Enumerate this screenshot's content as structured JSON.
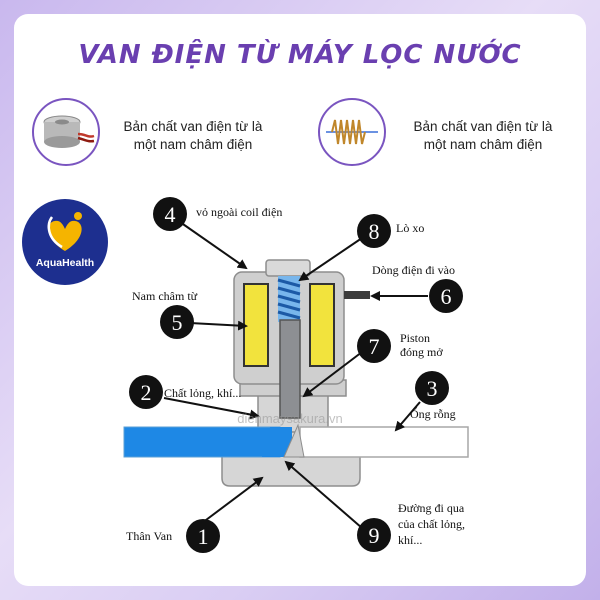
{
  "header": {
    "title": "VAN ĐIỆN TỪ MÁY LỌC NƯỚC"
  },
  "intro": [
    {
      "icon": "electromagnet-icon",
      "caption_line1": "Bản chất van điện từ là",
      "caption_line2": "một nam châm điện"
    },
    {
      "icon": "coil-spring-icon",
      "caption_line1": "Bản chất van điện từ là",
      "caption_line2": "một nam châm điện"
    }
  ],
  "brand": {
    "logo_text": "AquaHealth",
    "watermark": "dienmaysakura.vn"
  },
  "labels": [
    {
      "num": "1",
      "line1": "Thân Van",
      "line2": "",
      "line3": ""
    },
    {
      "num": "2",
      "line1": "Chất lỏng, khí...",
      "line2": "",
      "line3": ""
    },
    {
      "num": "3",
      "line1": "Ống rỗng",
      "line2": "",
      "line3": ""
    },
    {
      "num": "4",
      "line1": "vỏ ngoài coil điện",
      "line2": "",
      "line3": ""
    },
    {
      "num": "5",
      "line1": "Nam châm từ",
      "line2": "",
      "line3": ""
    },
    {
      "num": "6",
      "line1": "Dòng điện đi vào",
      "line2": "",
      "line3": ""
    },
    {
      "num": "7",
      "line1": "Piston",
      "line2": "đóng mở",
      "line3": ""
    },
    {
      "num": "8",
      "line1": "Lò xo",
      "line2": "",
      "line3": ""
    },
    {
      "num": "9",
      "line1": "Đường đi qua",
      "line2": "của chất lỏng,",
      "line3": "khí..."
    }
  ],
  "colors": {
    "title": "#6a3fb0",
    "fluid": "#1e88e5",
    "coil": "#f2e33d",
    "body": "#d4d4d4",
    "marker": "#111111"
  }
}
